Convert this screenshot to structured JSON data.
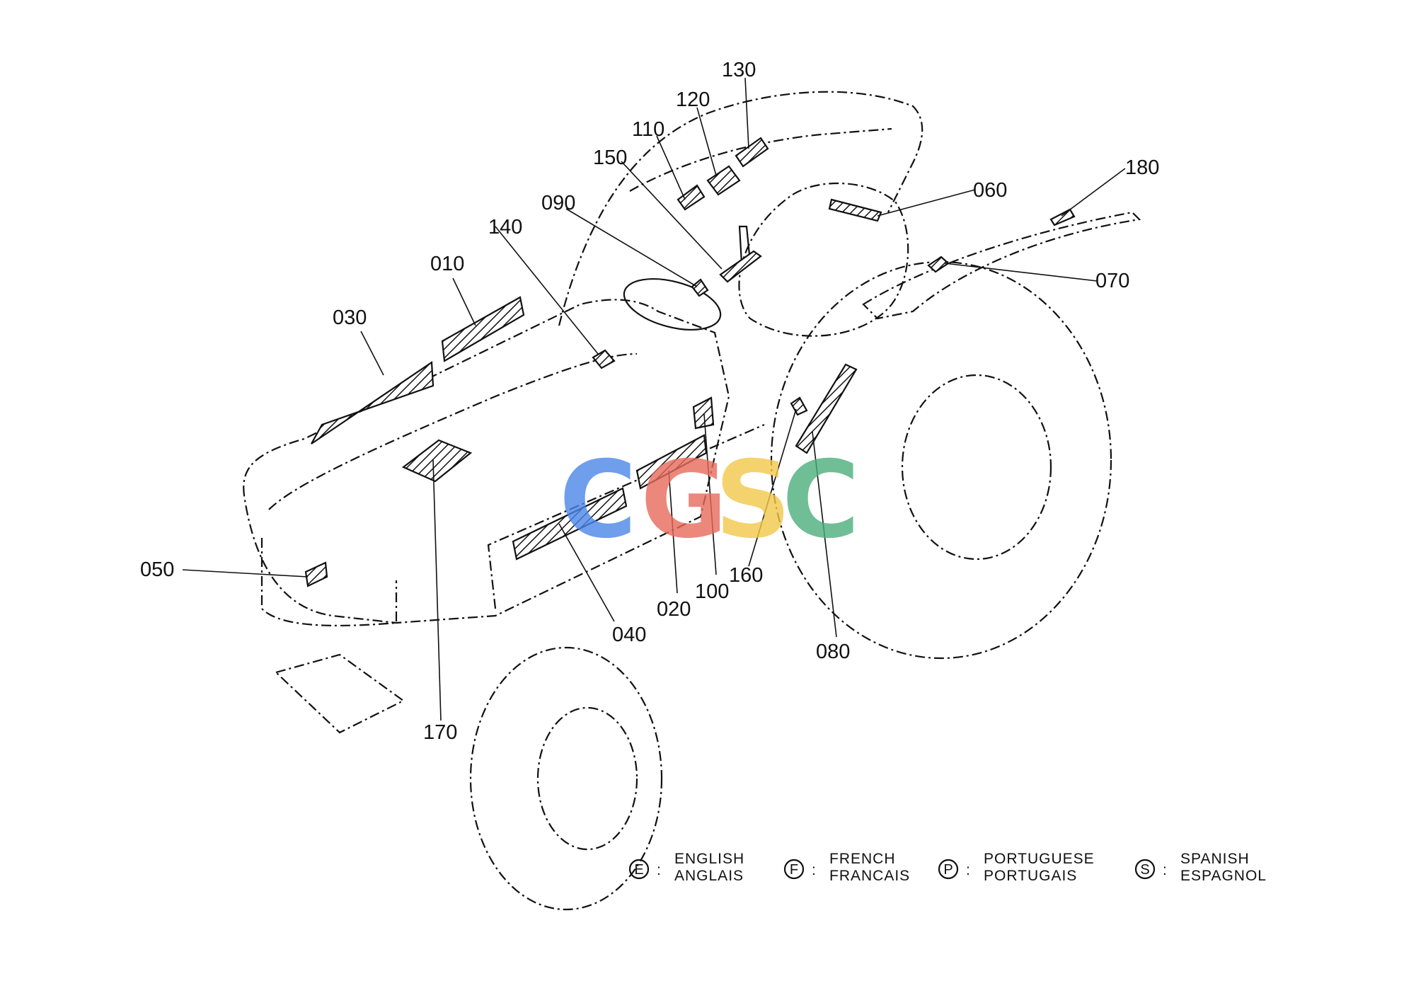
{
  "callouts": {
    "c010": "010",
    "c020": "020",
    "c030": "030",
    "c040": "040",
    "c050": "050",
    "c060": "060",
    "c070": "070",
    "c080": "080",
    "c090": "090",
    "c100": "100",
    "c110": "110",
    "c120": "120",
    "c130": "130",
    "c140": "140",
    "c150": "150",
    "c160": "160",
    "c170": "170",
    "c180": "180"
  },
  "legend": [
    {
      "symbol": "E",
      "line1": "ENGLISH",
      "line2": "ANGLAIS"
    },
    {
      "symbol": "F",
      "line1": "FRENCH",
      "line2": "FRANCAIS"
    },
    {
      "symbol": "P",
      "line1": "PORTUGUESE",
      "line2": "PORTUGAIS"
    },
    {
      "symbol": "S",
      "line1": "SPANISH",
      "line2": "ESPAGNOL"
    }
  ],
  "legend_separator": ":",
  "watermark": {
    "letters": [
      "C",
      "G",
      "S",
      "C"
    ],
    "colors": [
      "#4a86e8",
      "#e86a5c",
      "#f2c84b",
      "#4caf7d"
    ]
  }
}
